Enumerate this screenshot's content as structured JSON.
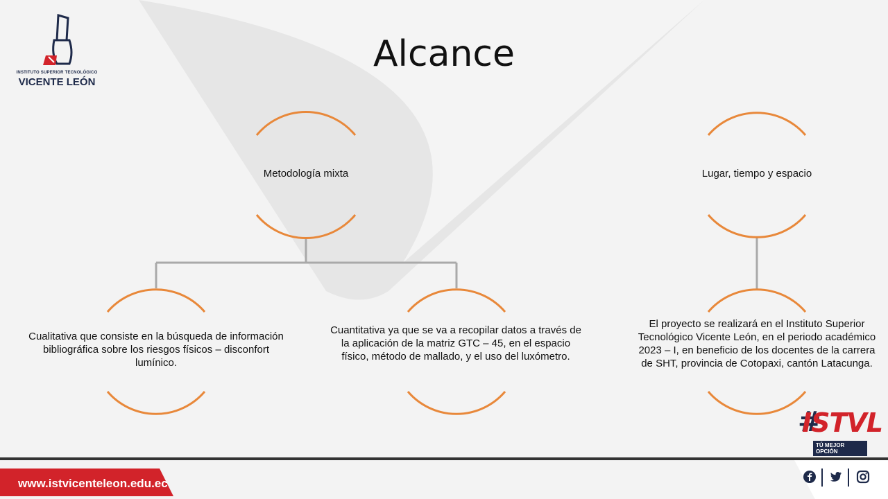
{
  "title": "Alcance",
  "logo": {
    "small_text": "INSTITUTO SUPERIOR TECNOLÓGICO",
    "big_text": "VICENTE LEÓN"
  },
  "nodes": {
    "root_left": "Metodología  mixta",
    "child_left_1": "Cualitativa que consiste en la búsqueda de información bibliográfica sobre los riesgos físicos – disconfort lumínico.",
    "child_left_2": "Cuantitativa ya que se va a recopilar datos a través de la aplicación de la matriz GTC – 45, en el espacio físico, método de mallado, y el uso del luxómetro.",
    "root_right": "Lugar, tiempo y espacio",
    "child_right": "El proyecto se realizará en el Instituto Superior Tecnológico Vicente León, en el periodo académico 2023 – I, en beneficio de los docentes de la carrera de SHT, provincia de Cotopaxi, cantón Latacunga."
  },
  "brand_badge": {
    "hash": "#",
    "name": "ISTVL",
    "tagline": "TÚ MEJOR OPCIÓN"
  },
  "footer": {
    "url": "www.istvicenteleon.edu.ec",
    "social": [
      "facebook-icon",
      "twitter-icon",
      "instagram-icon"
    ]
  },
  "colors": {
    "node_arc": "#e8883a",
    "connector": "#a9a9a9",
    "brand_red": "#d2232a",
    "brand_navy": "#1e2a4a"
  }
}
